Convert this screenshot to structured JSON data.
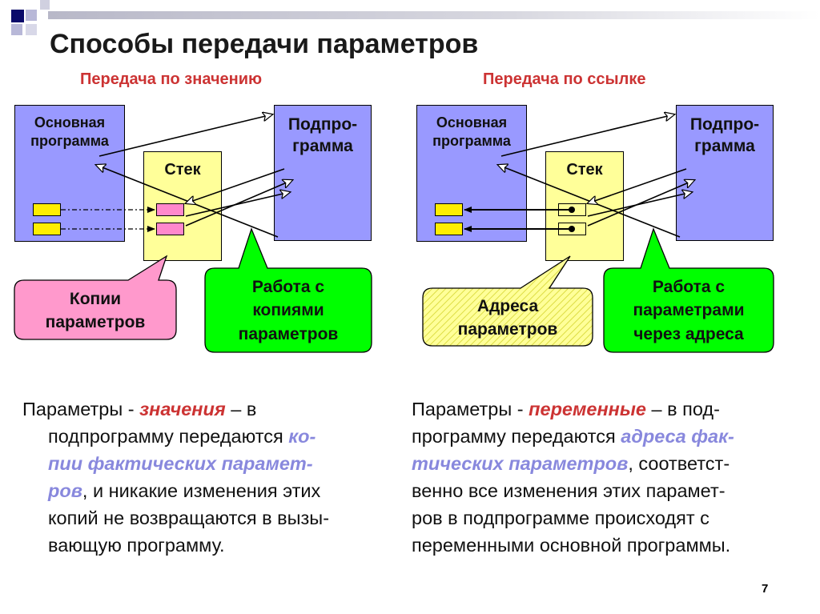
{
  "slide": {
    "title": "Способы передачи параметров",
    "page_number": "7"
  },
  "left": {
    "heading": "Передача по значению",
    "main_program": [
      "Основная",
      "программа"
    ],
    "subprogram": [
      "Подпро-",
      "грамма"
    ],
    "stack": "Стек",
    "callout_copies": [
      "Копии",
      "параметров"
    ],
    "callout_work": [
      "Работа с",
      "копиями",
      "параметров"
    ],
    "paragraph": {
      "l1a": "Параметры - ",
      "l1b": "значения",
      "l1c": " – в",
      "l2a": "подпрограмму передаются ",
      "l2b": "ко-",
      "l3": "пии фактических парамет-",
      "l4a": "ров",
      "l4b": ", и никакие изменения этих",
      "l5": "копий не возвращаются в вызы-",
      "l6": "вающую программу."
    }
  },
  "right": {
    "heading": "Передача по ссылке",
    "main_program": [
      "Основная",
      "программа"
    ],
    "subprogram": [
      "Подпро-",
      "грамма"
    ],
    "stack": "Стек",
    "callout_addresses": [
      "Адреса",
      "параметров"
    ],
    "callout_work": [
      "Работа с",
      "параметрами",
      "через адреса"
    ],
    "paragraph": {
      "l1a": "Параметры - ",
      "l1b": "переменные",
      "l1c": " – в под-",
      "l2a": "программу передаются ",
      "l2b": "адреса фак-",
      "l3": "тических параметров",
      "l3b": ", соответст-",
      "l4": "венно все изменения этих парамет-",
      "l5": "ров в подпрограмме происходят с",
      "l6": "переменными основной программы."
    }
  },
  "colors": {
    "heading_red": "#cc3333",
    "emphasis_blue": "#8888dd",
    "program_box": "#9999ff",
    "stack_box": "#ffff99",
    "callout_pink": "#ff99cc",
    "callout_green": "#00ff00",
    "callout_yellow_hatched": "#ffff99",
    "param_chip": "#ffee00"
  }
}
